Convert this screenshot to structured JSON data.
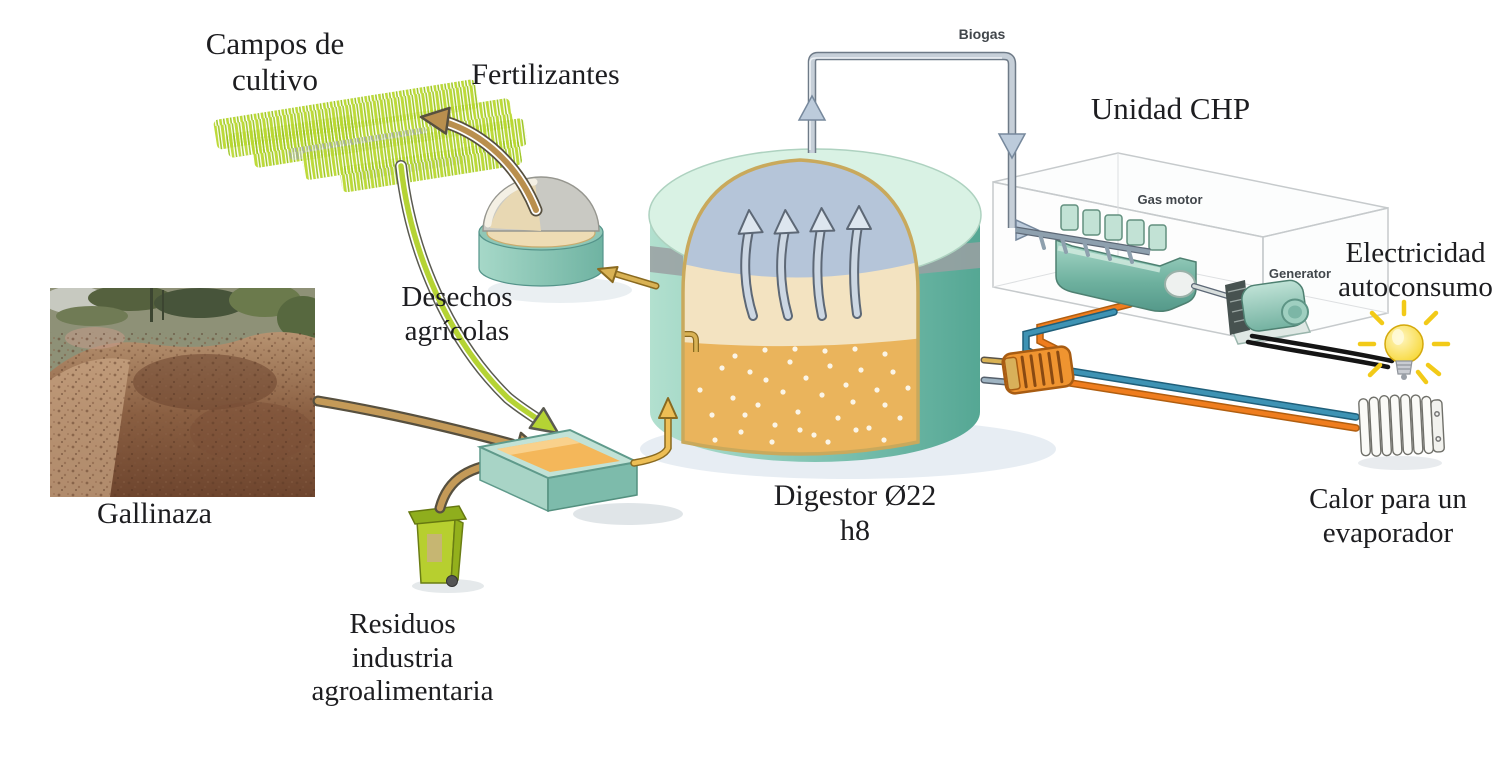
{
  "diagram_title_context": "Biogas plant process diagram",
  "labels": {
    "campos_de_cultivo": "Campos de\ncultivo",
    "fertilizantes": "Fertilizantes",
    "desechos_agricolas": "Desechos\nagrícolas",
    "gallinaza": "Gallinaza",
    "residuos_industria": "Residuos\nindustria\nagroalimentaria",
    "digestor": "Digestor Ø22\nh8",
    "biogas": "Biogas",
    "unidad_chp": "Unidad CHP",
    "gas_motor": "Gas motor",
    "generator": "Generator",
    "electricidad_autoconsumo": "Electricidad\nautoconsumo",
    "calor_evaporador": "Calor para un\nevaporador"
  },
  "colors": {
    "digester_wall_teal": "#6cb6a4",
    "digester_top_mint": "#d9f2e4",
    "digester_gas_dome": "#b5c5d9",
    "digester_liquid_cream": "#f3e3c1",
    "digester_sludge_orange": "#eab45c",
    "field_green": "#b5d334",
    "arrow_tan": "#c49a58",
    "pipe_gold": "#d9b254",
    "biogas_pipe_gray": "#c6cfd8",
    "hot_pipe_orange": "#ef7d1e",
    "cold_pipe_blue": "#3e93b4",
    "engine_teal": "#8fc7b8",
    "bulb_yellow": "#f6d322",
    "cable_black": "#151515"
  }
}
